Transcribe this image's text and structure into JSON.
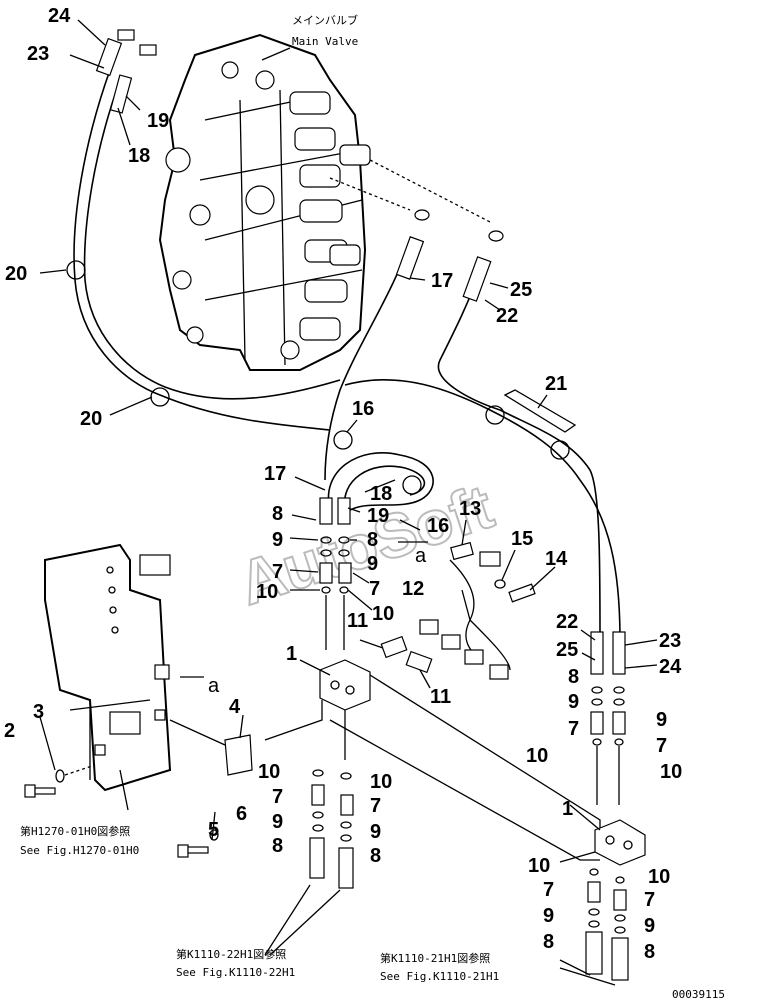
{
  "header": {
    "main_valve_jp": "メインバルブ",
    "main_valve_en": "Main Valve"
  },
  "watermark": "AutoSoft",
  "callouts": [
    {
      "id": "c24a",
      "text": "24"
    },
    {
      "id": "c23a",
      "text": "23"
    },
    {
      "id": "c19a",
      "text": "19"
    },
    {
      "id": "c18a",
      "text": "18"
    },
    {
      "id": "c20a",
      "text": "20"
    },
    {
      "id": "c17a",
      "text": "17"
    },
    {
      "id": "c25a",
      "text": "25"
    },
    {
      "id": "c22a",
      "text": "22"
    },
    {
      "id": "c21",
      "text": "21"
    },
    {
      "id": "c20b",
      "text": "20"
    },
    {
      "id": "c16a",
      "text": "16"
    },
    {
      "id": "c17b",
      "text": "17"
    },
    {
      "id": "c18b",
      "text": "18"
    },
    {
      "id": "c19b",
      "text": "19"
    },
    {
      "id": "c13",
      "text": "13"
    },
    {
      "id": "c16b",
      "text": "16"
    },
    {
      "id": "c8a",
      "text": "8"
    },
    {
      "id": "c8b",
      "text": "8"
    },
    {
      "id": "c9a",
      "text": "9"
    },
    {
      "id": "c9b",
      "text": "9"
    },
    {
      "id": "c7a",
      "text": "7"
    },
    {
      "id": "c7b",
      "text": "7"
    },
    {
      "id": "c10a",
      "text": "10"
    },
    {
      "id": "c10b",
      "text": "10"
    },
    {
      "id": "c15",
      "text": "15"
    },
    {
      "id": "c14",
      "text": "14"
    },
    {
      "id": "c12",
      "text": "12"
    },
    {
      "id": "c11a",
      "text": "11"
    },
    {
      "id": "c11b",
      "text": "11"
    },
    {
      "id": "c1a",
      "text": "1"
    },
    {
      "id": "c22b",
      "text": "22"
    },
    {
      "id": "c25b",
      "text": "25"
    },
    {
      "id": "c23b",
      "text": "23"
    },
    {
      "id": "c24b",
      "text": "24"
    },
    {
      "id": "c8c",
      "text": "8"
    },
    {
      "id": "c9c",
      "text": "9"
    },
    {
      "id": "c7c",
      "text": "7"
    },
    {
      "id": "c10c",
      "text": "10"
    },
    {
      "id": "c9d",
      "text": "9"
    },
    {
      "id": "c7d",
      "text": "7"
    },
    {
      "id": "c10d",
      "text": "10"
    },
    {
      "id": "c4",
      "text": "4"
    },
    {
      "id": "c2",
      "text": "2"
    },
    {
      "id": "c3",
      "text": "3"
    },
    {
      "id": "c10e",
      "text": "10"
    },
    {
      "id": "c10f",
      "text": "10"
    },
    {
      "id": "c7e",
      "text": "7"
    },
    {
      "id": "c7f",
      "text": "7"
    },
    {
      "id": "c9e",
      "text": "9"
    },
    {
      "id": "c9f",
      "text": "9"
    },
    {
      "id": "c8d",
      "text": "8"
    },
    {
      "id": "c8e",
      "text": "8"
    },
    {
      "id": "c5",
      "text": "5"
    },
    {
      "id": "c6",
      "text": "6"
    },
    {
      "id": "c1b",
      "text": "1"
    },
    {
      "id": "c10g",
      "text": "10"
    },
    {
      "id": "c10h",
      "text": "10"
    },
    {
      "id": "c7g",
      "text": "7"
    },
    {
      "id": "c7h",
      "text": "7"
    },
    {
      "id": "c9g",
      "text": "9"
    },
    {
      "id": "c9h",
      "text": "9"
    },
    {
      "id": "c8f",
      "text": "8"
    },
    {
      "id": "c8g",
      "text": "8"
    }
  ],
  "letter_marks": [
    {
      "id": "a1",
      "text": "a"
    },
    {
      "id": "a2",
      "text": "a"
    }
  ],
  "references": {
    "h1270_jp": "第H1270-01H0図参照",
    "h1270_en": "See Fig.H1270-01H0",
    "k1110_22_jp": "第K1110-22H1図参照",
    "k1110_22_en": "See Fig.K1110-22H1",
    "k1110_21_jp": "第K1110-21H1図参照",
    "k1110_21_en": "See Fig.K1110-21H1"
  },
  "page_code": "00039115"
}
